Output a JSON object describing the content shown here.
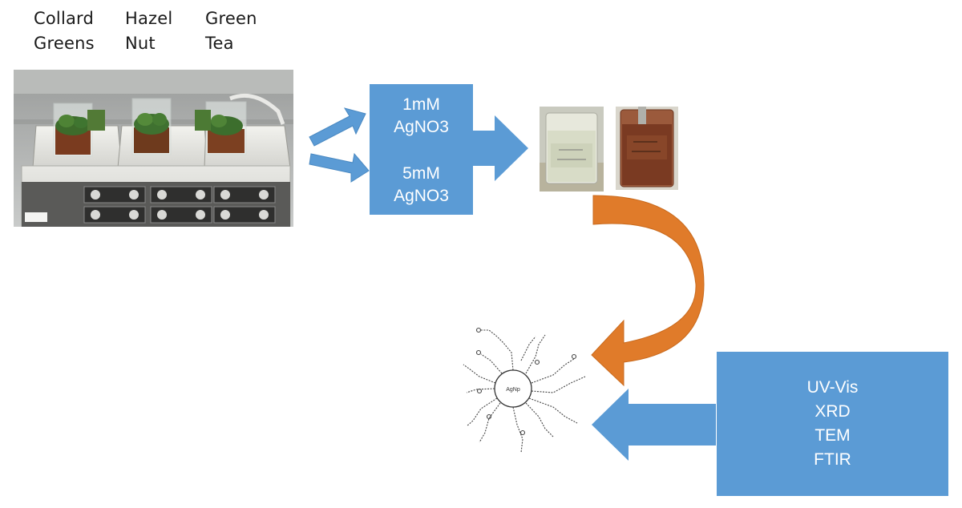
{
  "plants": [
    {
      "line1": "Collard",
      "line2": "Greens"
    },
    {
      "line1": "Hazel",
      "line2": "Nut"
    },
    {
      "line1": "Green",
      "line2": "Tea"
    }
  ],
  "precursors": [
    {
      "line1": "1mM",
      "line2": "AgNO3"
    },
    {
      "line1": "5mM",
      "line2": "AgNO3"
    }
  ],
  "nanoparticle_label": "AgNp",
  "characterization": [
    "UV-Vis",
    "XRD",
    "TEM",
    "FTIR"
  ],
  "colors": {
    "box_blue": "#5b9bd5",
    "curved_arrow_orange": "#e07b2a",
    "dark_brown_solution": "#7a3a22",
    "pale_solution": "#d8dcc7"
  }
}
